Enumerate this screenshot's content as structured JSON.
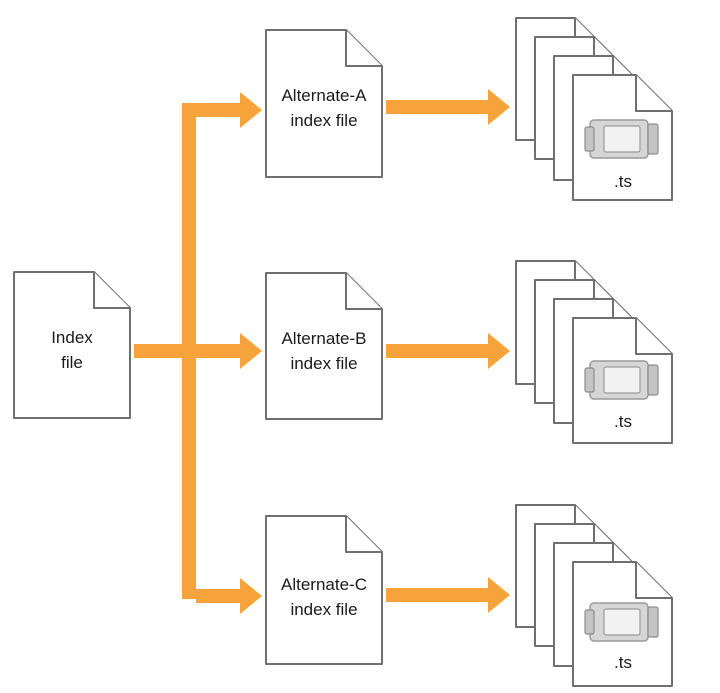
{
  "index_doc": {
    "line1": "Index",
    "line2": "file"
  },
  "alternates": [
    {
      "line1": "Alternate-A",
      "line2": "index file"
    },
    {
      "line1": "Alternate-B",
      "line2": "index file"
    },
    {
      "line1": "Alternate-C",
      "line2": "index file"
    }
  ],
  "segment_label": ".ts",
  "colors": {
    "arrow": "#f5a33a",
    "outline": "#6f6f6f",
    "camera": "#d6d6d6"
  },
  "icons": {
    "segment": "video-camera-icon"
  }
}
